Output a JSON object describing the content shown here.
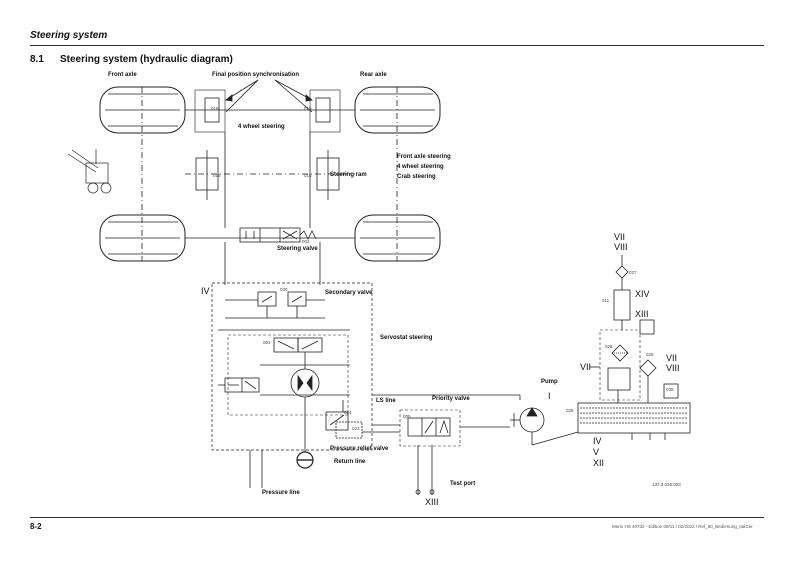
{
  "header": {
    "section": "Steering system",
    "page_number": "8-2",
    "footer_ref": "Merlo HS 40732 - Edition 09/11 / 02/2022 / Ref_60_Bedienung_ItalGer"
  },
  "title": {
    "number": "8.1",
    "text": "Steering system (hydraulic diagram)"
  },
  "labels": {
    "front_axle": "Front axle",
    "rear_axle": "Rear axle",
    "final_position_sync": "Final position synchronisation",
    "four_wheel_steering_top": "4 wheel steering",
    "front_axle_steering": "Front axle steering",
    "four_wheel_steering": "4 wheel steering",
    "crab_steering": "Crab steering",
    "steering_ram": "Steering ram",
    "steering_valve": "Steering valve",
    "secondary_valve": "Secondary valve",
    "servostat_steering": "Servostat steering",
    "ls_line": "LS line",
    "priority_valve": "Priority valve",
    "pump": "Pump",
    "pressure_relief_valve": "Pressure relief valve",
    "return_line": "Return line",
    "pressure_line": "Pressure line",
    "test_port": "Test port"
  },
  "romans": {
    "iv_left": "IV",
    "vii_top": "VII",
    "viii_top": "VIII",
    "xiv": "XIV",
    "xiii_right": "XIII",
    "vii_left": "VII",
    "vii_right": "VII",
    "viii_right": "VIII",
    "i_pump": "I",
    "iv_bottom": "IV",
    "v_bottom": "V",
    "xii_bottom": "XII",
    "xiii_bottom": "XIII"
  },
  "codes": {
    "c018_top_left": "018",
    "c019_top_right": "019",
    "c016": "016",
    "c015": "015",
    "c003": "003",
    "c030": "030",
    "c001": "001",
    "c024": "024",
    "c023": "023",
    "c005": "005",
    "c027": "027",
    "c011": "011",
    "c025": "025",
    "c028": "028",
    "c026": "026",
    "c035": "035",
    "drawing_id": "137.3.016.003"
  }
}
